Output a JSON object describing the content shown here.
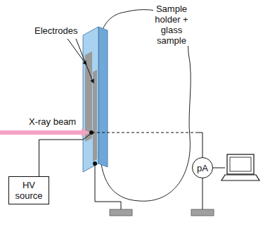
{
  "diagram": {
    "nodes": [
      {
        "text": [
          "Sample holder + glass sample"
        ]
      },
      {
        "text": [
          "HV source"
        ]
      },
      {
        "text": [
          "pA"
        ]
      }
    ],
    "edges": [
      {
        "from": 1,
        "to": 0,
        "arrow": "none"
      },
      {
        "from": 0,
        "to": 2,
        "arrow": "none"
      }
    ],
    "labels": [
      "Electrodes",
      "X-ray beam"
    ]
  }
}
